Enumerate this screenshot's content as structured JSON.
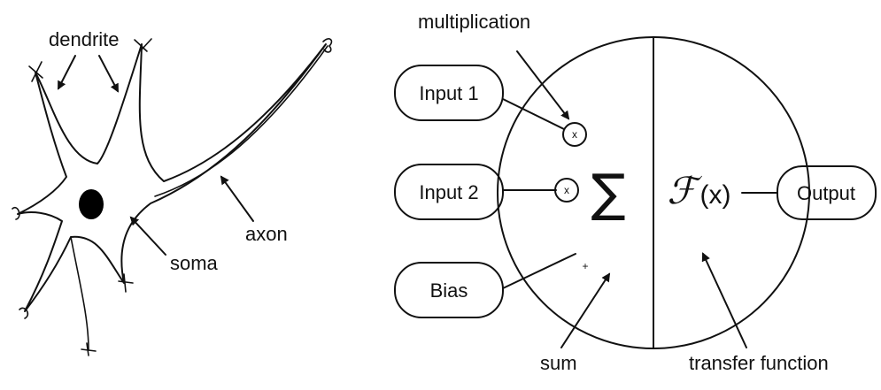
{
  "neuron": {
    "dendrite_label": "dendrite",
    "soma_label": "soma",
    "axon_label": "axon"
  },
  "perceptron": {
    "multiplication_label": "multiplication",
    "inputs": [
      "Input 1",
      "Input 2",
      "Bias"
    ],
    "multiply_symbol": "x",
    "plus_symbol": "+",
    "sum_symbol": "∑",
    "transfer_symbol": "ℱ",
    "transfer_arg": "(x)",
    "output_label": "Output",
    "sum_label": "sum",
    "transfer_function_label": "transfer function"
  }
}
